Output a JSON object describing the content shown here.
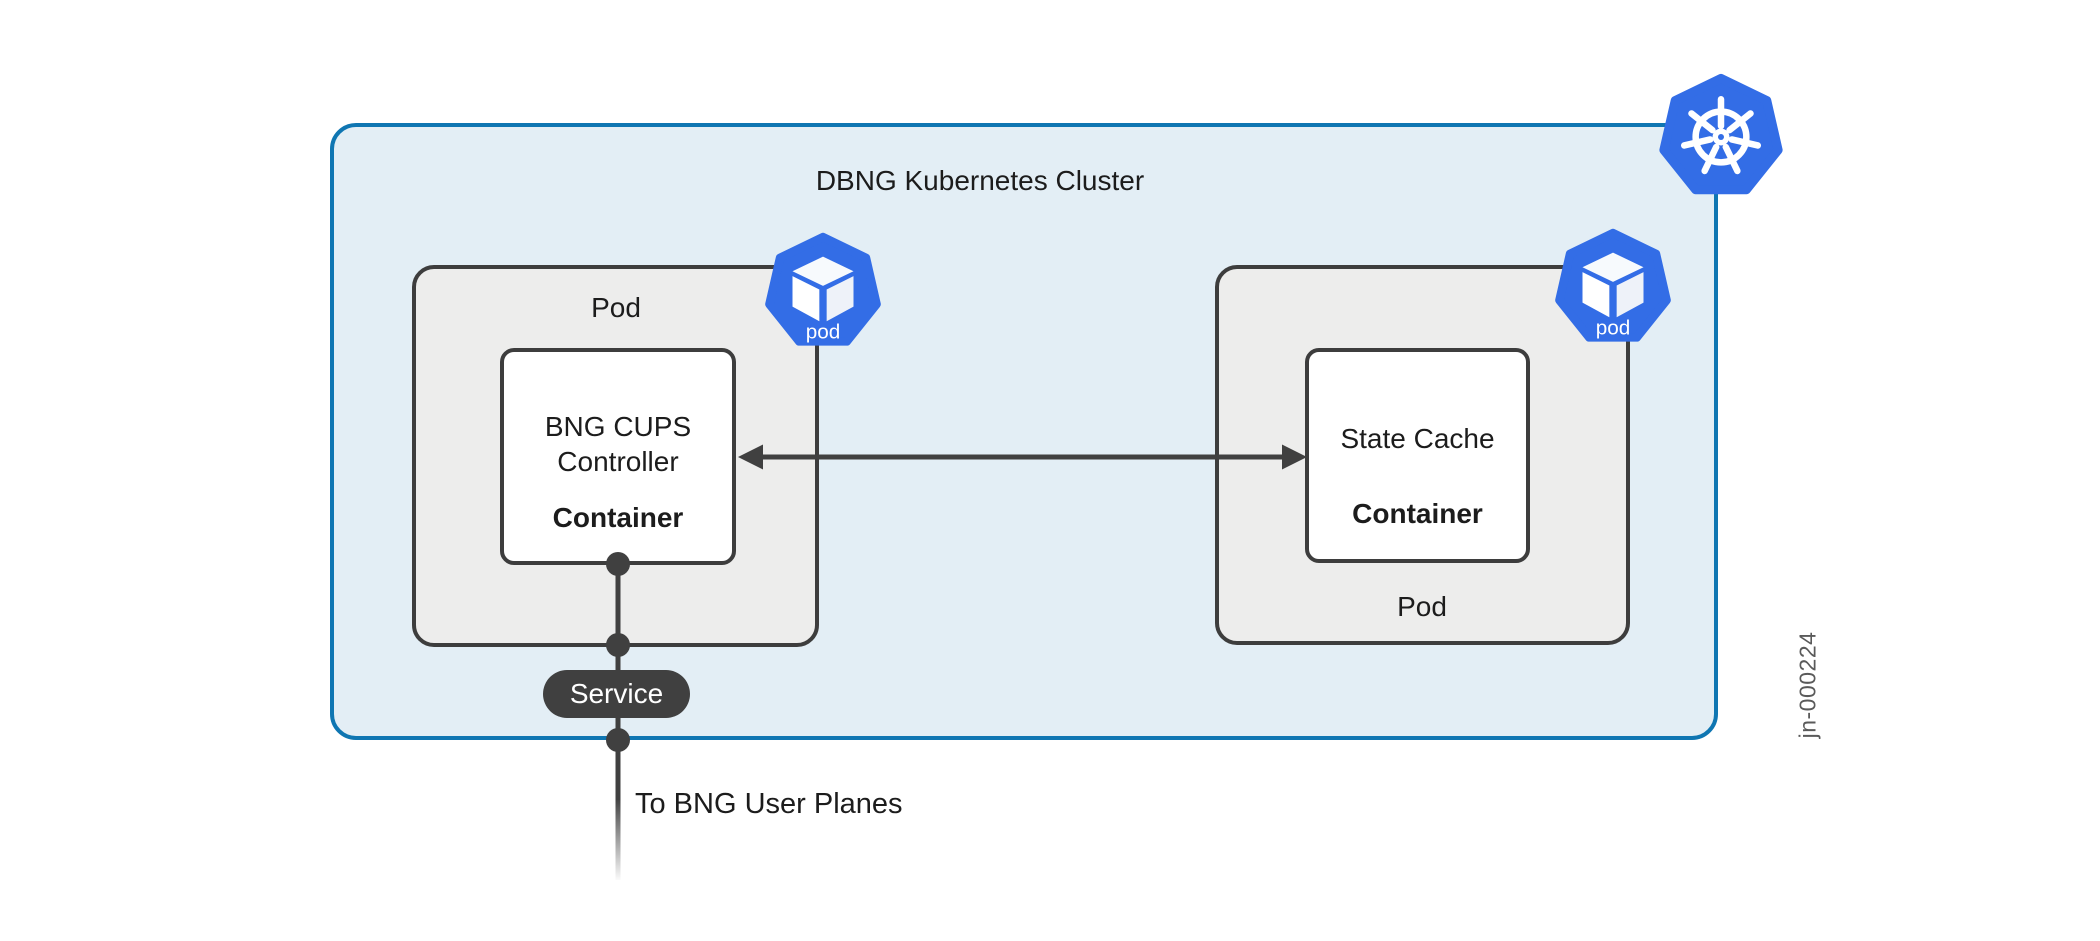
{
  "cluster": {
    "title": "DBNG Kubernetes Cluster"
  },
  "pods": [
    {
      "label": "Pod",
      "badge": "pod",
      "container": {
        "name_line1": "BNG CUPS",
        "name_line2": "Controller",
        "type": "Container"
      }
    },
    {
      "label": "Pod",
      "badge": "pod",
      "container": {
        "name_line1": "State Cache",
        "type": "Container"
      }
    }
  ],
  "service": {
    "label": "Service"
  },
  "links": {
    "external": "To BNG User Planes"
  },
  "figure_id": "jn-000224",
  "colors": {
    "cluster_fill": "#e3eef5",
    "cluster_border": "#0f76b2",
    "pod_fill": "#ededec",
    "pod_border": "#3d3d3d",
    "container_fill": "#ffffff",
    "connector": "#404040",
    "kubernetes_blue": "#336de6",
    "service_fill": "#404040",
    "service_text": "#ffffff",
    "text": "#1c1c1c",
    "figure_id_text": "#5a5a5a"
  }
}
